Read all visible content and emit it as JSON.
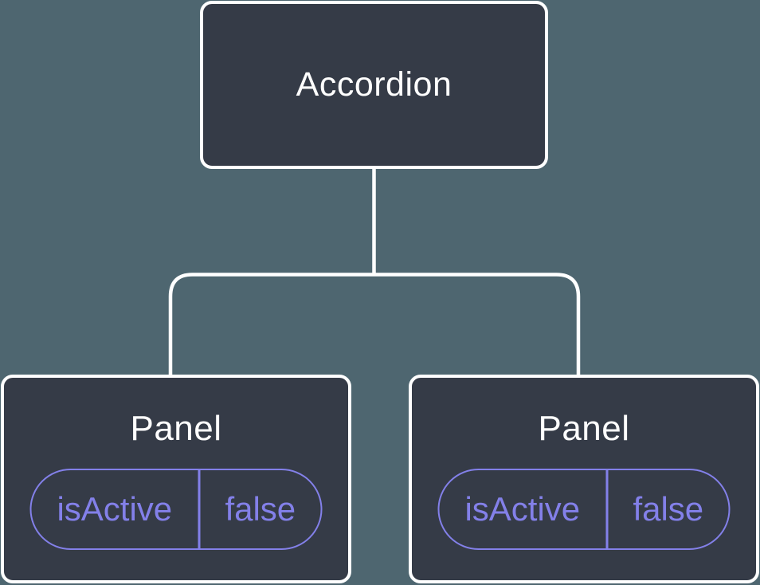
{
  "diagram": {
    "type": "component-tree",
    "root": {
      "label": "Accordion"
    },
    "panels": [
      {
        "label": "Panel",
        "state": {
          "key": "isActive",
          "value": "false"
        }
      },
      {
        "label": "Panel",
        "state": {
          "key": "isActive",
          "value": "false"
        }
      }
    ],
    "colors": {
      "canvas_background": "#4E6670",
      "node_fill": "#353B47",
      "node_border": "#FFFFFF",
      "connector": "#FFFFFF",
      "state_accent": "#8380E9",
      "label_text": "#FFFFFF"
    }
  }
}
